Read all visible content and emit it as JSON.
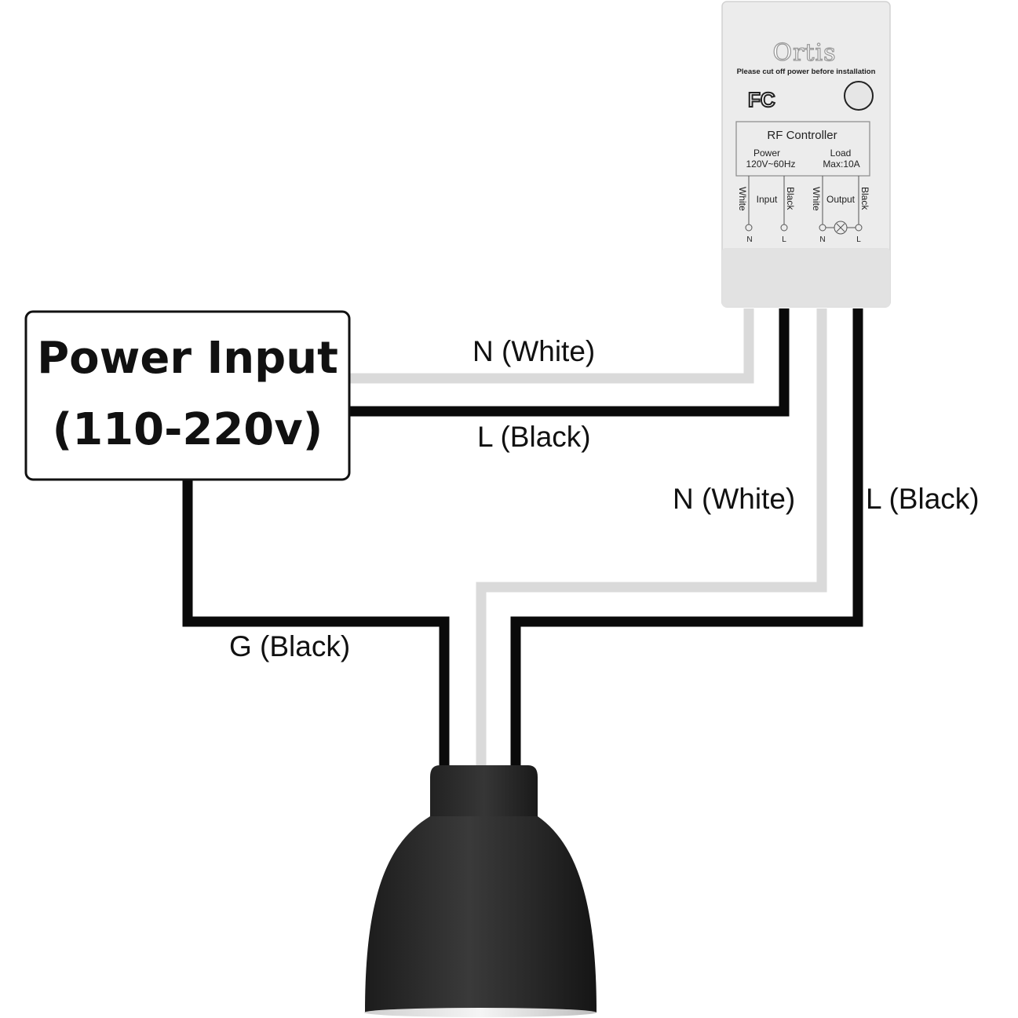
{
  "power_input": {
    "line1": "Power Input",
    "line2": "(110-220v)"
  },
  "wire_labels": {
    "input_neutral": "N (White)",
    "input_live": "L (Black)",
    "output_neutral": "N (White)",
    "output_live": "L (Black)",
    "ground": "G (Black)"
  },
  "device": {
    "brand": "Ortis",
    "warning": "Please cut off power before installation",
    "fc_mark": "FC",
    "title": "RF Controller",
    "power_label": "Power",
    "power_rating": "120V~60Hz",
    "load_label": "Load",
    "load_rating": "Max:10A",
    "input_label": "Input",
    "output_label": "Output",
    "wire_white_1": "White",
    "wire_black_1": "Black",
    "wire_white_2": "White",
    "wire_black_2": "Black",
    "term_n1": "N",
    "term_l1": "L",
    "term_n2": "N",
    "term_l2": "L"
  },
  "colors": {
    "black_wire": "#0a0a0a",
    "white_wire": "#dadada",
    "lamp_body": "#2b2b2b",
    "device_body": "#ececec"
  },
  "icons": [
    "pairing-button-icon",
    "fc-mark-icon",
    "lamp-icon"
  ]
}
